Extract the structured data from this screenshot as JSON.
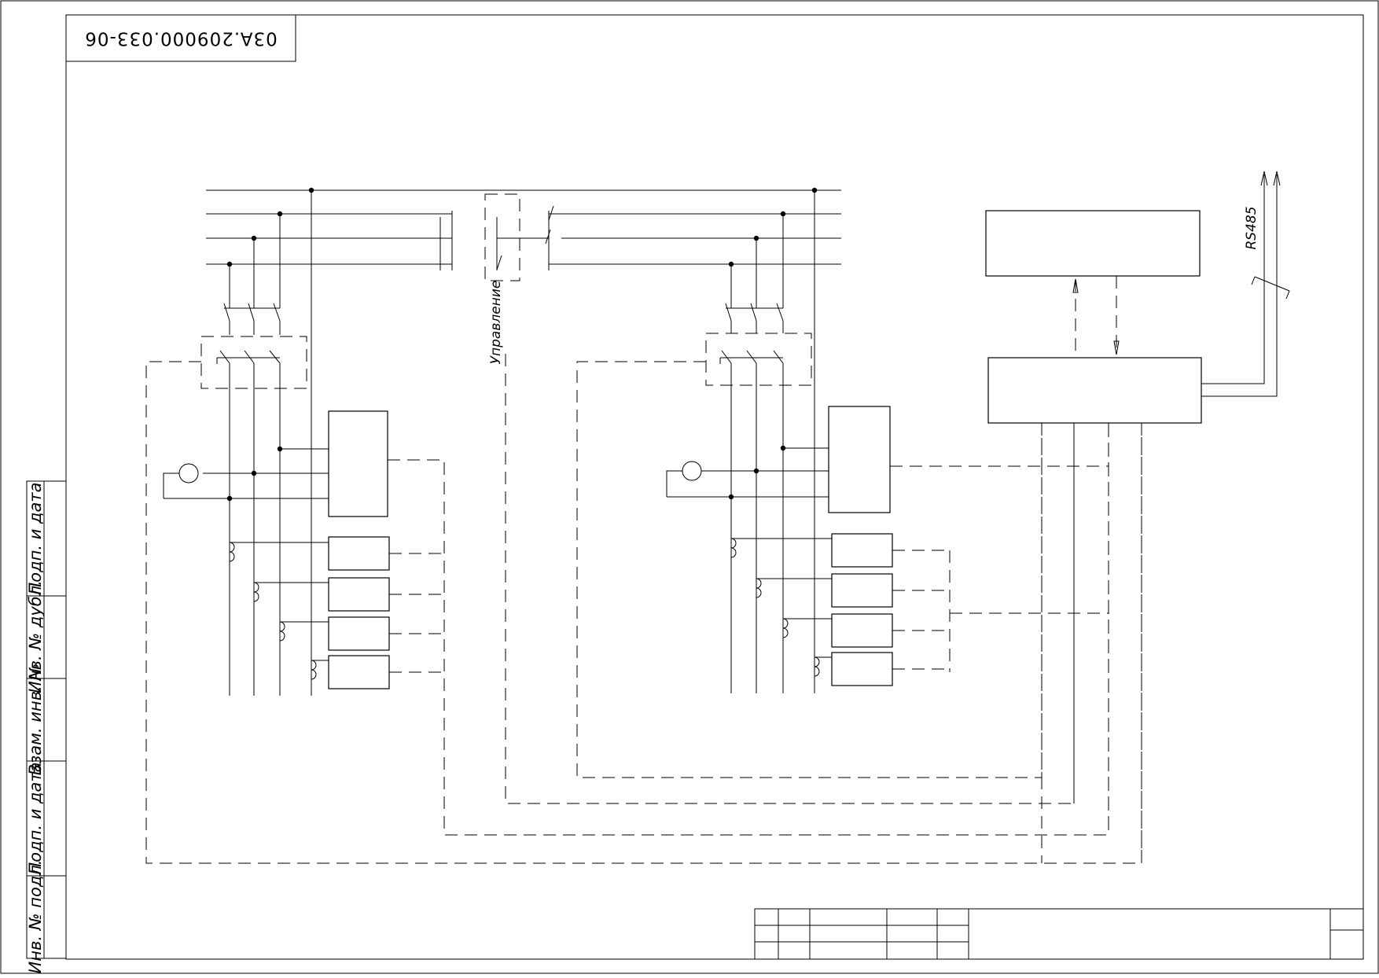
{
  "document": {
    "code": "03A.209000.033-06"
  },
  "labels": {
    "control": "Управление",
    "interface": "RS485"
  },
  "side_stamp": {
    "fields": [
      "Подп. и дата",
      "Инв. № дубл.",
      "Взам. инв. №",
      "Подп. и дата",
      "Инв. № подл."
    ]
  },
  "title_block": {
    "visible_text": ""
  }
}
